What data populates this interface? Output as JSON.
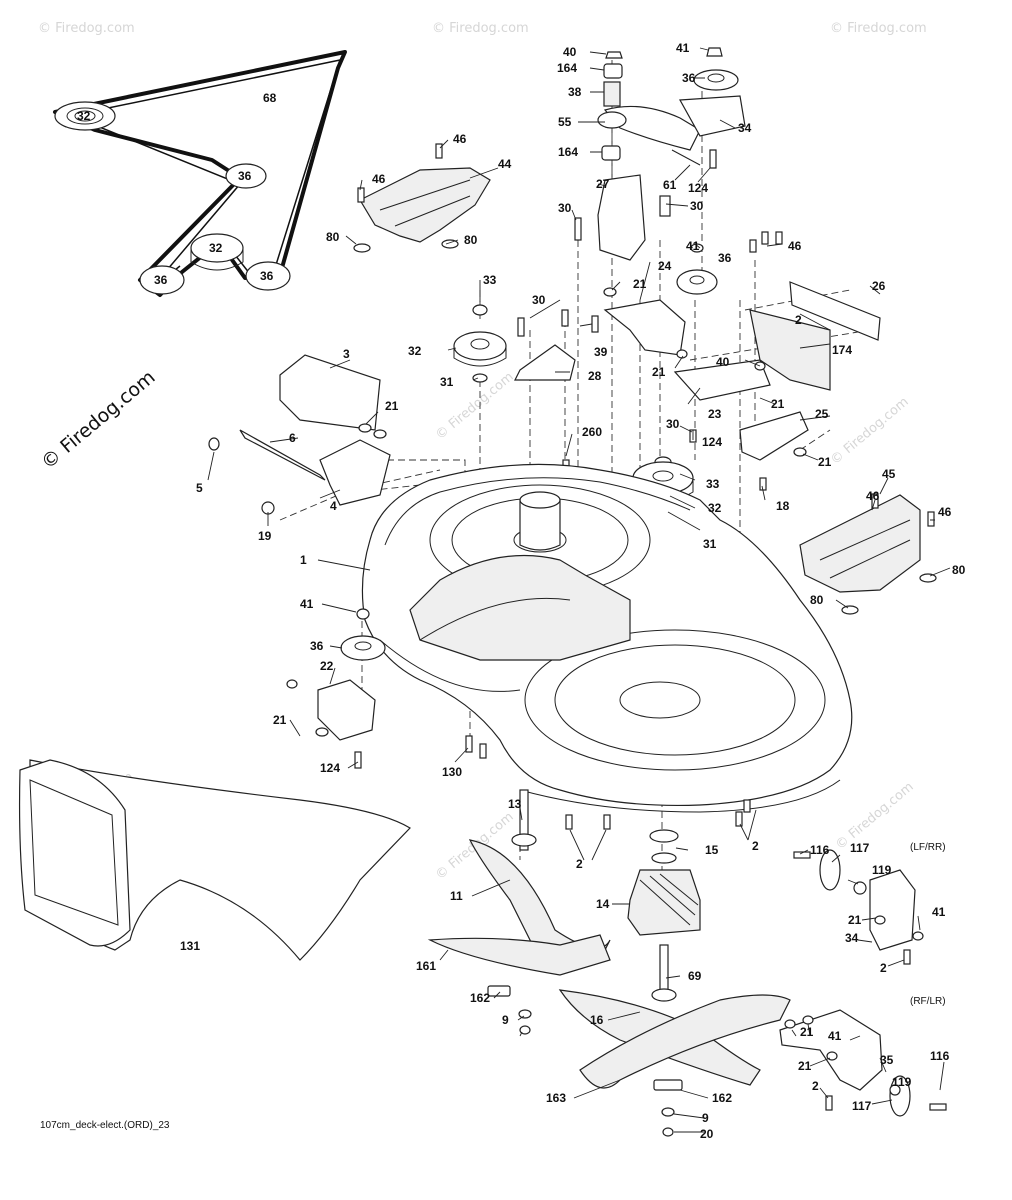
{
  "watermark": {
    "brand": "© Firedog.com",
    "small": "© Firedog.com"
  },
  "footer_code": "107cm_deck-elect.(ORD)_23",
  "variant_labels": [
    "(LF/RR)",
    "(RF/LR)"
  ],
  "belt_callouts": [
    "68",
    "32",
    "36",
    "36",
    "32",
    "36"
  ],
  "part_callouts": [
    "40",
    "164",
    "38",
    "55",
    "164",
    "41",
    "36",
    "34",
    "61",
    "124",
    "46",
    "44",
    "46",
    "80",
    "80",
    "27",
    "30",
    "30",
    "41",
    "46",
    "36",
    "21",
    "24",
    "26",
    "2",
    "30",
    "39",
    "33",
    "32",
    "31",
    "28",
    "21",
    "40",
    "174",
    "3",
    "21",
    "6",
    "5",
    "4",
    "19",
    "23",
    "21",
    "25",
    "30",
    "124",
    "21",
    "260",
    "33",
    "32",
    "18",
    "31",
    "45",
    "46",
    "46",
    "80",
    "80",
    "1",
    "41",
    "36",
    "22",
    "21",
    "124",
    "130",
    "131",
    "13",
    "11",
    "15",
    "2",
    "2",
    "14",
    "116",
    "117",
    "119",
    "21",
    "41",
    "34",
    "2",
    "69",
    "161",
    "162",
    "9",
    "16",
    "21",
    "41",
    "35",
    "21",
    "119",
    "116",
    "2",
    "117",
    "163",
    "162",
    "9",
    "20"
  ]
}
